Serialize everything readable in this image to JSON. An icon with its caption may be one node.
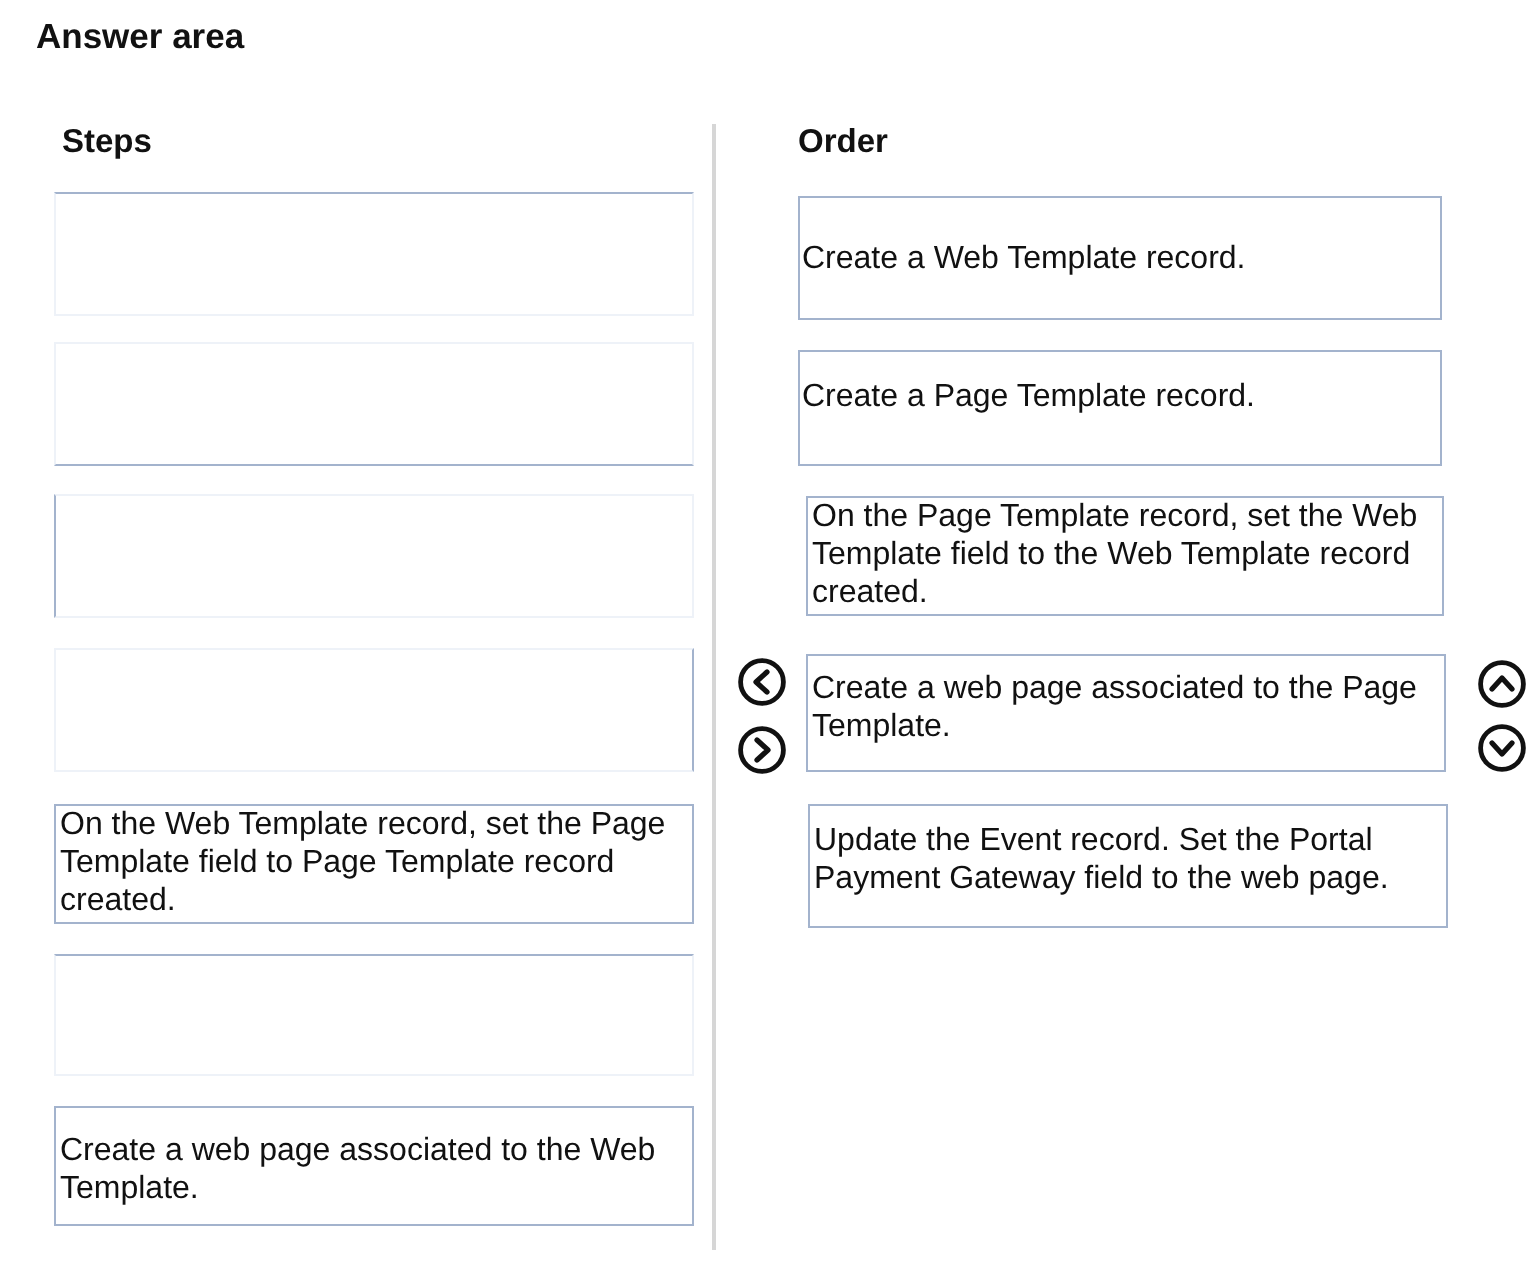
{
  "diagram": {
    "title": "Answer area",
    "nodes": [
      {
        "text": [],
        "shape": "box"
      },
      {
        "text": [],
        "shape": "box"
      },
      {
        "text": [],
        "shape": "box"
      },
      {
        "text": [],
        "shape": "box"
      },
      {
        "text": [
          "On the Web Template record, set the Page Template field to Page Template record created."
        ]
      },
      {
        "text": [],
        "shape": "box"
      },
      {
        "text": [
          "Create a web page associated to the Web Template."
        ]
      },
      {
        "text": [
          "Create a Web Template record."
        ]
      },
      {
        "text": [
          "Create a Page Template record."
        ]
      },
      {
        "text": [
          "On the Page Template record, set the Web Template field to the Web Template record created."
        ]
      },
      {
        "text": [
          "Create a web page associated to the Page Template."
        ]
      },
      {
        "text": [
          "Update the Event record. Set the Portal Payment Gateway field to the web page."
        ]
      }
    ],
    "labels": [
      "Steps",
      "Order"
    ]
  }
}
